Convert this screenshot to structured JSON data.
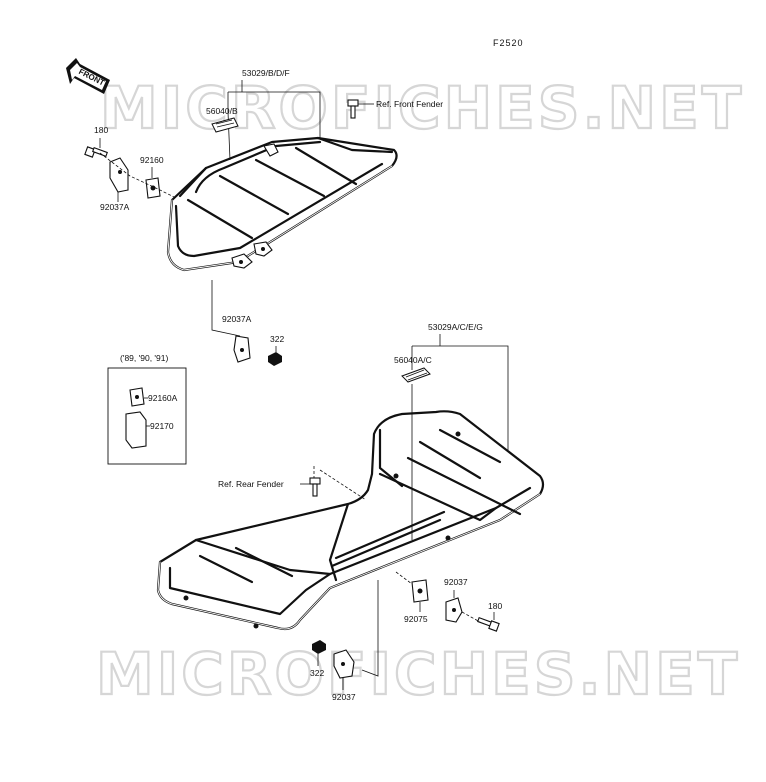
{
  "diagram": {
    "code": "F2520",
    "direction_arrow": "FRONT",
    "watermarks": [
      "MICROFICHES.NET",
      "MICROFICHES.NET"
    ],
    "labels": {
      "front_carrier_assy": "53029/B/D/F",
      "front_pad": "56040/B",
      "ref_front_fender": "Ref. Front Fender",
      "bolt_front": "180",
      "damper_front": "92160",
      "bracket_front_left": "92037A",
      "bracket_front_bottom": "92037A",
      "nut_front": "322",
      "years_box_title": "('89, '90, '91)",
      "box_damper": "92160A",
      "box_bracket": "92170",
      "rear_carrier_assy": "53029A/C/E/G",
      "rear_pad": "56040A/C",
      "ref_rear_fender": "Ref. Rear Fender",
      "bracket_rear_right": "92037",
      "bolt_rear": "180",
      "damper_rear": "92075",
      "nut_rear": "322",
      "bracket_rear_bottom": "92037"
    }
  }
}
